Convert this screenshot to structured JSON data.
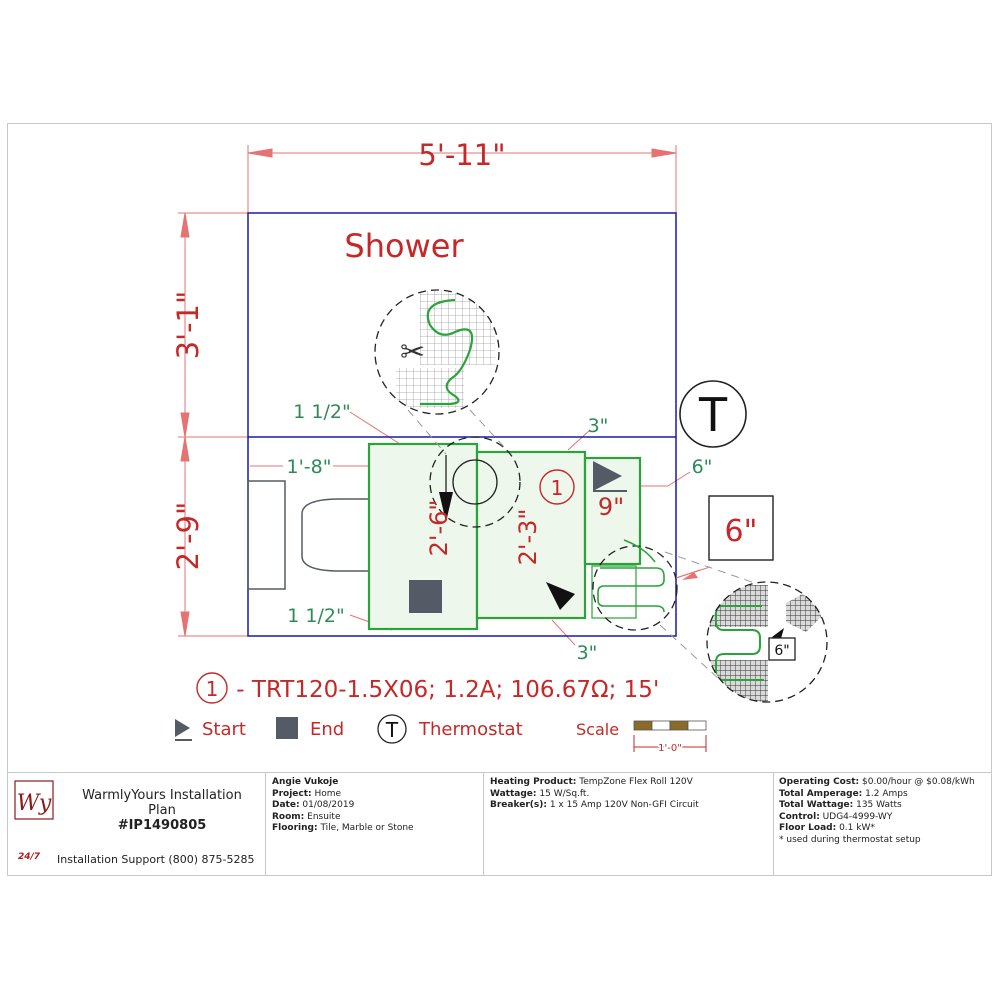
{
  "drawing": {
    "overall_width": "5'-11\"",
    "shower_depth": "3'-1\"",
    "room_depth": "2'-9\"",
    "shower_label": "Shower",
    "dim_1_1_2_top": "1 1/2\"",
    "dim_1_1_2_bottom": "1 1/2\"",
    "dim_1_8": "1'-8\"",
    "dim_3_top": "3\"",
    "dim_3_bottom": "3\"",
    "dim_6_right": "6\"",
    "dim_2_6": "2'-6\"",
    "dim_2_3": "2'-3\"",
    "dim_9": "9\"",
    "zone_number": "1",
    "thermostat_symbol": "T",
    "callout_6_large": "6\"",
    "callout_6_small": "6\""
  },
  "spec_line": {
    "number": "1",
    "text": " - TRT120-1.5X06; 1.2A; 106.67Ω; 15'"
  },
  "legend": {
    "start": "Start",
    "end": "End",
    "thermostat_symbol": "T",
    "thermostat": "Thermostat",
    "scale": "Scale",
    "scale_value": "1'-0\""
  },
  "title_block": {
    "company_line1": "WarmlyYours Installation",
    "company_line2": "Plan",
    "plan_number": "#IP1490805",
    "support_badge": "24/7",
    "support": "Installation Support (800) 875-5285",
    "customer": "Angie Vukoje",
    "project_label": "Project:",
    "project": " Home",
    "date_label": "Date:",
    "date": " 01/08/2019",
    "room_label": "Room:",
    "room": " Ensuite",
    "flooring_label": "Flooring:",
    "flooring": " Tile, Marble or Stone",
    "heating_label": "Heating Product:",
    "heating": " TempZone Flex Roll 120V",
    "wattage_label": "Wattage:",
    "wattage": " 15 W/Sq.ft.",
    "breaker_label": "Breaker(s):",
    "breaker": " 1 x 15 Amp 120V Non-GFI Circuit",
    "opcost_label": "Operating Cost:",
    "opcost": " $0.00/hour @ $0.08/kWh",
    "amperage_label": "Total Amperage:",
    "amperage": " 1.2 Amps",
    "totalwatt_label": "Total Wattage:",
    "totalwatt": " 135 Watts",
    "control_label": "Control:",
    "control": " UDG4-4999-WY",
    "floorload_label": "Floor Load:",
    "floorload": " 0.1 kW*",
    "note": "* used during thermostat setup"
  },
  "colors": {
    "dimension_red": "#d32f2f",
    "label_red": "#c62828",
    "wall_blue": "#1a1aa8",
    "mat_green": "#2aa43a",
    "mat_fill": "#eef7ec",
    "fixture_gray": "#555b66"
  }
}
